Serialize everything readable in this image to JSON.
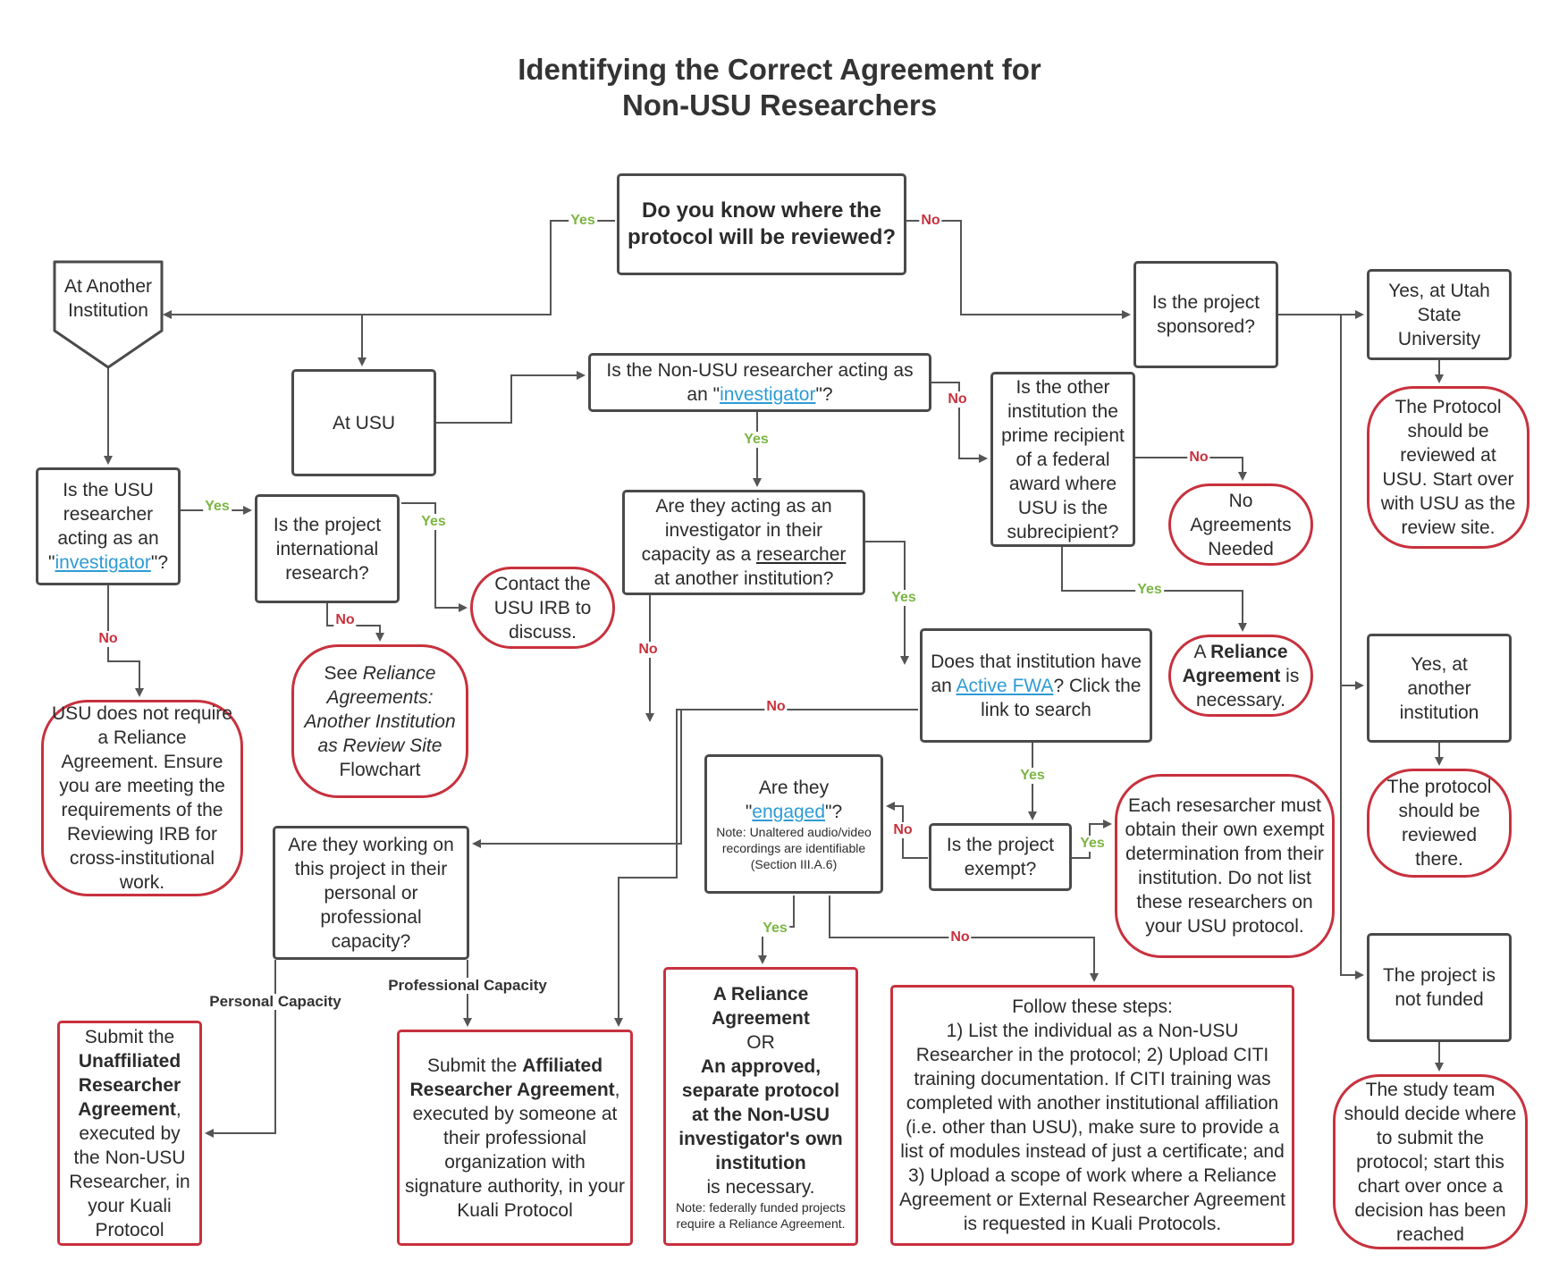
{
  "title": {
    "line1": "Identifying the Correct Agreement for",
    "line2": "Non-USU Researchers"
  },
  "colors": {
    "question_border": "#4a4a4a",
    "outcome_border": "#c8313e",
    "yes_label": "#7bb543",
    "no_label": "#c8313e",
    "link": "#2e9bd5"
  },
  "nodes": {
    "start": "Do you know where the protocol will be reviewed?",
    "another": "At Another Institution",
    "usu": "At USU",
    "nonusu_inv": {
      "pre": "Is the Non-USU researcher acting as an \"",
      "link": "investigator",
      "post": "\"?"
    },
    "usu_inv": {
      "pre": "Is the USU researcher acting as an \"",
      "link": "investigator",
      "post": "\"?"
    },
    "intl": "Is the project international research?",
    "contact": "Contact the USU IRB to discuss.",
    "see_reliance": {
      "pre": "See ",
      "italic": "Reliance Agreements: Another Institution as Review Site",
      "post": " Flowchart"
    },
    "no_require": "USU does not require a Reliance Agreement. Ensure you are meeting the requirements of the Reviewing IRB for cross-institutional work.",
    "capacity": {
      "l1": "Are they acting as an investigator in their capacity as a ",
      "u": "researcher",
      "l2": " at another institution?"
    },
    "prime": "Is the other institution the prime recipient of a federal award where USU is the subrecipient?",
    "no_agreements": "No Agreements Needed",
    "reliance_nec": {
      "pre": "A ",
      "bold": "Reliance Agreement",
      "post": " is necessary."
    },
    "fwa": {
      "pre": "Does that institution have an ",
      "link": "Active FWA",
      "post": "? Click the link to search"
    },
    "engaged": {
      "l1": "Are they",
      "pre": "\"",
      "link": "engaged",
      "post": "\"?",
      "note": "Note: Unaltered audio/video recordings are identifiable (Section III.A.6)"
    },
    "exempt_q": "Is the project exempt?",
    "each_exempt": "Each resesarcher must obtain their own exempt determination from their institution. Do not list these researchers on your USU protocol.",
    "working": "Are they working on this project in their personal or professional capacity?",
    "sponsored": "Is the project sponsored?",
    "yes_usu": "Yes, at Utah State University",
    "protocol_usu": "The Protocol should be reviewed at USU. Start over with USU as the review site.",
    "yes_another": "Yes, at another institution",
    "protocol_there": "The protocol should be reviewed there.",
    "not_funded": "The project is not funded",
    "study_team": "The study team should decide where to submit the protocol; start this chart over once a decision has been reached",
    "unaffiliated": {
      "pre": "Submit the ",
      "bold": "Unaffiliated Researcher Agreement",
      "post": ", executed by the Non-USU Researcher, in your Kuali Protocol"
    },
    "affiliated": {
      "pre": "Submit the ",
      "bold": "Affiliated Researcher Agreement",
      "post": ", executed by someone at their professional organization with signature authority, in your Kuali Protocol"
    },
    "reliance_or": {
      "b1": "A Reliance Agreement",
      "or": "OR",
      "b2": "An approved, separate protocol at the Non-USU investigator's own institution",
      "post": "is necessary.",
      "note": "Note: federally funded projects require a Reliance Agreement."
    },
    "steps": {
      "head": "Follow these steps:",
      "body": "1) List the individual as a Non-USU Researcher in the protocol; 2) Upload CITI training documentation. If CITI training was completed with another institutional affiliation (i.e. other than USU), make sure to provide a list of modules instead of just a certificate; and 3) Upload a scope of work where a Reliance Agreement or External Researcher Agreement is requested in Kuali Protocols."
    }
  },
  "labels": {
    "yes": "Yes",
    "no": "No",
    "personal": "Personal Capacity",
    "professional": "Professional Capacity"
  }
}
